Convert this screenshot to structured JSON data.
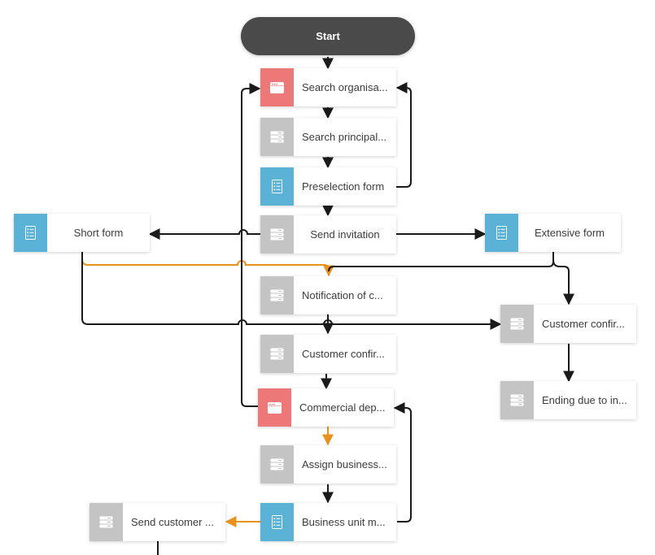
{
  "colors": {
    "action": "#ec7878",
    "service": "#c4c4c4",
    "form": "#5ab2d6",
    "start": "#4a4a4a",
    "connector": "#1a1a1a",
    "connector_highlight": "#e8921e"
  },
  "start": {
    "label": "Start"
  },
  "nodes": [
    {
      "id": "search-organisation",
      "label": "Search organisa...",
      "kind": "action",
      "icon": "browser-window-icon"
    },
    {
      "id": "search-principal",
      "label": "Search principal...",
      "kind": "service",
      "icon": "server-icon"
    },
    {
      "id": "preselection-form",
      "label": "Preselection form",
      "kind": "form",
      "icon": "form-list-icon"
    },
    {
      "id": "send-invitation",
      "label": "Send invitation",
      "kind": "service",
      "icon": "server-icon"
    },
    {
      "id": "short-form",
      "label": "Short form",
      "kind": "form",
      "icon": "form-list-icon"
    },
    {
      "id": "extensive-form",
      "label": "Extensive form",
      "kind": "form",
      "icon": "form-list-icon"
    },
    {
      "id": "notification",
      "label": "Notification of c...",
      "kind": "service",
      "icon": "server-icon"
    },
    {
      "id": "customer-confirm-right",
      "label": "Customer confir...",
      "kind": "service",
      "icon": "server-icon"
    },
    {
      "id": "customer-confirm-center",
      "label": "Customer confir...",
      "kind": "service",
      "icon": "server-icon"
    },
    {
      "id": "ending",
      "label": "Ending due to in...",
      "kind": "service",
      "icon": "server-icon"
    },
    {
      "id": "commercial-department",
      "label": "Commercial dep...",
      "kind": "action",
      "icon": "browser-window-icon"
    },
    {
      "id": "assign-business",
      "label": "Assign business...",
      "kind": "service",
      "icon": "server-icon"
    },
    {
      "id": "business-unit",
      "label": "Business unit m...",
      "kind": "form",
      "icon": "form-list-icon"
    },
    {
      "id": "send-customer",
      "label": "Send customer ...",
      "kind": "service",
      "icon": "server-icon"
    }
  ]
}
